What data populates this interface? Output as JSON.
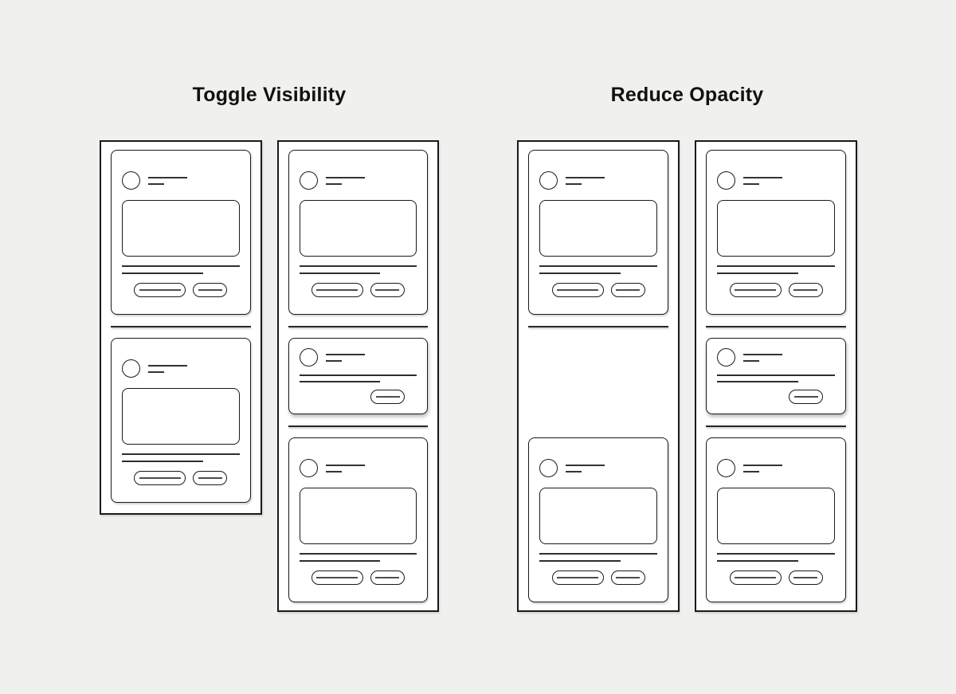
{
  "colors": {
    "background": "#f0f0ee",
    "panel_fill": "#ffffff",
    "stroke": "#1a1a1a",
    "text_line": "#333333",
    "button_line": "#4d4d4d",
    "title_text": "#111111"
  },
  "groups": [
    {
      "id": "toggle-visibility",
      "title": "Toggle Visibility",
      "panels": [
        {
          "name": "hidden-state",
          "fit_content": true,
          "items": [
            "card-full",
            "divider",
            "card-full"
          ]
        },
        {
          "name": "visible-state",
          "fit_content": false,
          "items": [
            "card-full",
            "divider",
            "card-compact",
            "divider",
            "card-full"
          ]
        }
      ]
    },
    {
      "id": "reduce-opacity",
      "title": "Reduce Opacity",
      "panels": [
        {
          "name": "hidden-state",
          "fit_content": false,
          "items": [
            "card-full",
            "divider",
            "spacer",
            "card-full"
          ]
        },
        {
          "name": "visible-state",
          "fit_content": false,
          "items": [
            "card-full",
            "divider",
            "card-compact",
            "divider",
            "card-full"
          ]
        }
      ]
    }
  ]
}
